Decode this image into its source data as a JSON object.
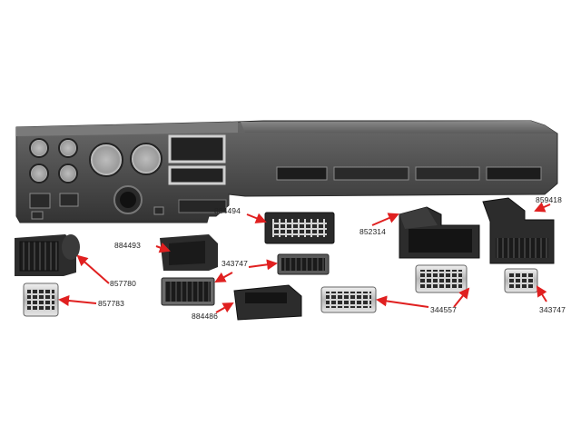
{
  "labels": {
    "l884494": "884494",
    "l884493": "884493",
    "l343747a": "343747",
    "l852314": "852314",
    "l859418": "859418",
    "l857780": "857780",
    "l857783": "857783",
    "l884486": "884486",
    "l344557": "344557",
    "l343747b": "343747"
  },
  "colors": {
    "background": "#ffffff",
    "part_dark": "#2e2e2e",
    "part_mid": "#4a4a4a",
    "chrome": "#c9c9c9",
    "arrow": "#e02020"
  }
}
